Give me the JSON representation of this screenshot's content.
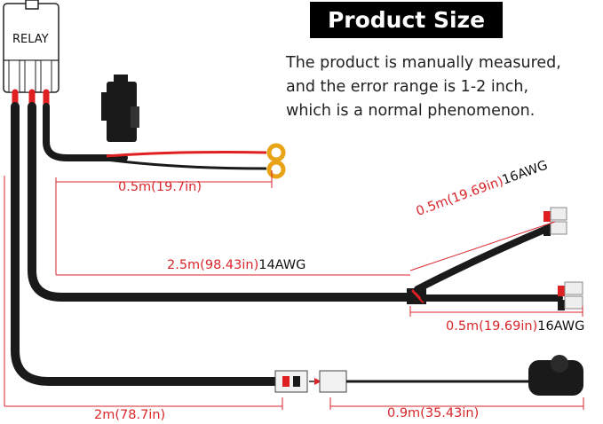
{
  "title": "Product Size",
  "note_lines": [
    "The product is manually measured,",
    "and the error range is 1-2 inch,",
    "which is a normal phenomenon."
  ],
  "relay_label": "RELAY",
  "measurements": {
    "fuse_lead": {
      "length": "0.5m(19.7in)",
      "gauge": ""
    },
    "main_harness": {
      "length": "2.5m(98.43in)",
      "gauge": "14AWG"
    },
    "upper_branch": {
      "length": "0.5m(19.69in)",
      "gauge": "16AWG"
    },
    "lower_branch": {
      "length": "0.5m(19.69in)",
      "gauge": "16AWG"
    },
    "switch_lead": {
      "length": "2m(78.7in)",
      "gauge": ""
    },
    "switch_cable": {
      "length": "0.9m(35.43in)",
      "gauge": ""
    }
  },
  "colors": {
    "measure_red": "#d8262a",
    "wire_black": "#1a1a1a",
    "wire_red": "#e02020",
    "terminal_gold": "#e8a317"
  }
}
